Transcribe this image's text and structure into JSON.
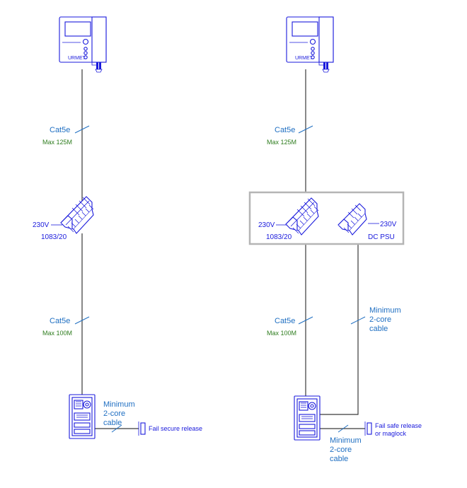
{
  "left_system": {
    "monitor_brand": "URMET",
    "upper_cable": {
      "type": "Cat5e",
      "max": "Max 125M"
    },
    "power_unit": {
      "voltage": "230V",
      "model": "1083/20"
    },
    "lower_cable": {
      "type": "Cat5e",
      "max": "Max 100M"
    },
    "release_cable": "Minimum\n2-core\ncable",
    "release_label": "Fail secure release"
  },
  "right_system": {
    "monitor_brand": "URMET",
    "upper_cable": {
      "type": "Cat5e",
      "max": "Max 125M"
    },
    "power_unit": {
      "voltage": "230V",
      "model": "1083/20"
    },
    "psu": {
      "voltage": "230V",
      "label": "DC PSU"
    },
    "psu_cable": "Minimum\n2-core\ncable",
    "lower_cable": {
      "type": "Cat5e",
      "max": "Max 100M"
    },
    "release_cable": "Minimum\n2-core\ncable",
    "release_label": "Fail safe release\nor maglock"
  }
}
